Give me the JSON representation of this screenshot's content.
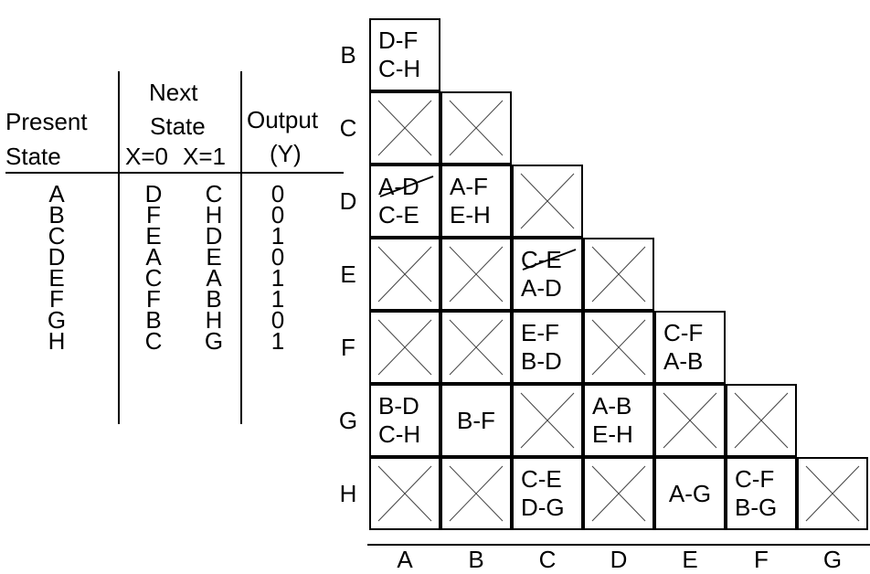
{
  "table": {
    "header_present": "Present",
    "header_present_2": "State",
    "header_next": "Next",
    "header_next_2": "State",
    "header_x0": "X=0",
    "header_x1": "X=1",
    "header_output": "Output",
    "header_output_2": "(Y)",
    "rows": [
      {
        "present": "A",
        "x0": "D",
        "x1": "C",
        "y": "0"
      },
      {
        "present": "B",
        "x0": "F",
        "x1": "H",
        "y": "0"
      },
      {
        "present": "C",
        "x0": "E",
        "x1": "D",
        "y": "1"
      },
      {
        "present": "D",
        "x0": "A",
        "x1": "E",
        "y": "0"
      },
      {
        "present": "E",
        "x0": "C",
        "x1": "A",
        "y": "1"
      },
      {
        "present": "F",
        "x0": "F",
        "x1": "B",
        "y": "1"
      },
      {
        "present": "G",
        "x0": "B",
        "x1": "H",
        "y": "0"
      },
      {
        "present": "H",
        "x0": "C",
        "x1": "G",
        "y": "1"
      }
    ]
  },
  "implication": {
    "row_labels": [
      "B",
      "C",
      "D",
      "E",
      "F",
      "G",
      "H"
    ],
    "col_labels": [
      "A",
      "B",
      "C",
      "D",
      "E",
      "F",
      "G"
    ],
    "rows": [
      [
        {
          "type": "pairs",
          "pairs": [
            {
              "t": "D-F"
            },
            {
              "t": "C-H"
            }
          ]
        }
      ],
      [
        {
          "type": "x"
        },
        {
          "type": "x"
        }
      ],
      [
        {
          "type": "pairs",
          "pairs": [
            {
              "t": "A-D",
              "struck": true
            },
            {
              "t": "C-E"
            }
          ]
        },
        {
          "type": "pairs",
          "pairs": [
            {
              "t": "A-F"
            },
            {
              "t": "E-H"
            }
          ]
        },
        {
          "type": "x"
        }
      ],
      [
        {
          "type": "x"
        },
        {
          "type": "x"
        },
        {
          "type": "pairs",
          "pairs": [
            {
              "t": "C-E",
              "struck": true
            },
            {
              "t": "A-D"
            }
          ]
        },
        {
          "type": "x"
        }
      ],
      [
        {
          "type": "x"
        },
        {
          "type": "x"
        },
        {
          "type": "pairs",
          "pairs": [
            {
              "t": "E-F"
            },
            {
              "t": "B-D"
            }
          ]
        },
        {
          "type": "x"
        },
        {
          "type": "pairs",
          "pairs": [
            {
              "t": "C-F"
            },
            {
              "t": "A-B"
            }
          ]
        }
      ],
      [
        {
          "type": "pairs",
          "pairs": [
            {
              "t": "B-D"
            },
            {
              "t": "C-H"
            }
          ]
        },
        {
          "type": "pairs",
          "center": true,
          "pairs": [
            {
              "t": "B-F"
            }
          ]
        },
        {
          "type": "x"
        },
        {
          "type": "pairs",
          "pairs": [
            {
              "t": "A-B"
            },
            {
              "t": "E-H"
            }
          ]
        },
        {
          "type": "x"
        },
        {
          "type": "x"
        }
      ],
      [
        {
          "type": "x"
        },
        {
          "type": "x"
        },
        {
          "type": "pairs",
          "pairs": [
            {
              "t": "C-E"
            },
            {
              "t": "D-G"
            }
          ]
        },
        {
          "type": "x"
        },
        {
          "type": "pairs",
          "center": true,
          "pairs": [
            {
              "t": "A-G"
            }
          ]
        },
        {
          "type": "pairs",
          "pairs": [
            {
              "t": "C-F"
            },
            {
              "t": "B-G"
            }
          ]
        },
        {
          "type": "x"
        }
      ]
    ]
  }
}
